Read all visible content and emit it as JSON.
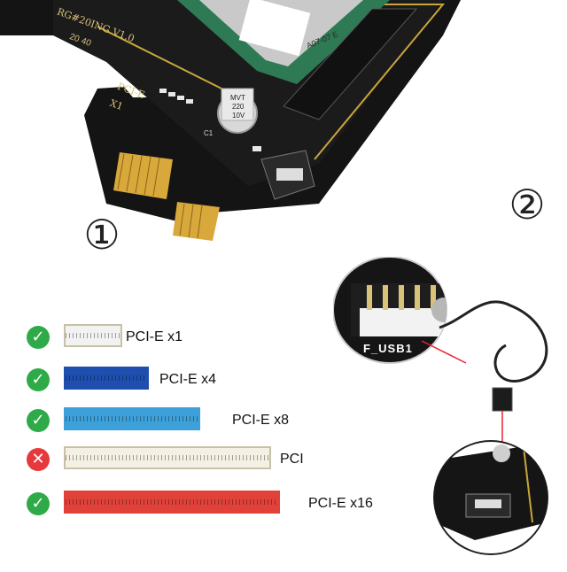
{
  "card": {
    "model_text": "RG#20ING V1.0",
    "date_text": "20 40",
    "interface_label": "PCI-E",
    "lane_label": "X1",
    "capacitor_lines": [
      "MVT",
      "220",
      "10V"
    ],
    "capacitor_ref": "C1",
    "module_text": "A07-07 E"
  },
  "steps": {
    "one": "①",
    "two": "②"
  },
  "compatibility": [
    {
      "label": "PCI-E x1",
      "supported": true,
      "slot_color": "#f2f2f2"
    },
    {
      "label": "PCI-E x4",
      "supported": true,
      "slot_color": "#1e4fae"
    },
    {
      "label": "PCI-E x8",
      "supported": true,
      "slot_color": "#3ea0d8"
    },
    {
      "label": "PCI",
      "supported": false,
      "slot_color": "#f4f0e4"
    },
    {
      "label": "PCI-E x16",
      "supported": true,
      "slot_color": "#e0423a"
    }
  ],
  "status_colors": {
    "ok": "#2eaa48",
    "bad": "#e5393b"
  },
  "motherboard": {
    "header_label": "F_USB1"
  }
}
